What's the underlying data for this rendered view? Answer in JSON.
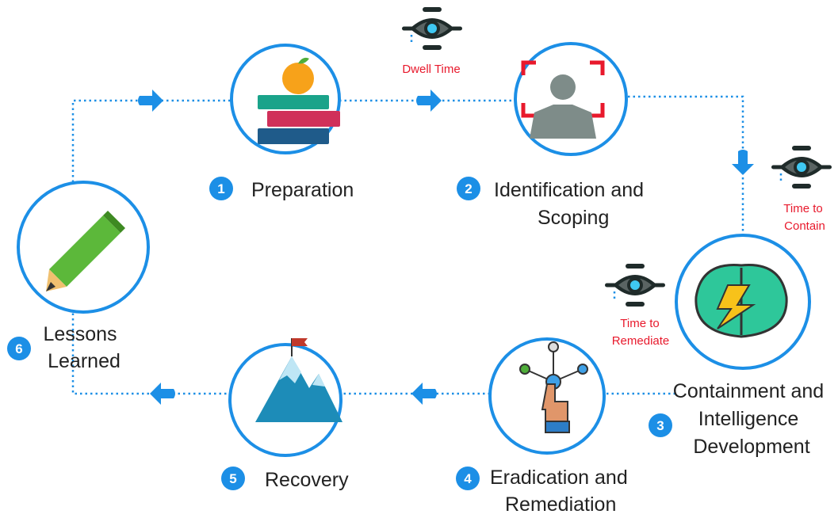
{
  "colors": {
    "accent": "#1c8fe6",
    "timing_label": "#e8192c",
    "eye": "#1f2b2a"
  },
  "stages": [
    {
      "number": "1",
      "label_lines": [
        "Preparation"
      ],
      "icon": "books-apple-icon"
    },
    {
      "number": "2",
      "label_lines": [
        "Identification and",
        "Scoping"
      ],
      "icon": "face-scan-icon"
    },
    {
      "number": "3",
      "label_lines": [
        "Containment and",
        "Intelligence",
        "Development"
      ],
      "icon": "brain-lightning-icon"
    },
    {
      "number": "4",
      "label_lines": [
        "Eradication and",
        "Remediation"
      ],
      "icon": "touch-network-icon"
    },
    {
      "number": "5",
      "label_lines": [
        "Recovery"
      ],
      "icon": "mountain-flag-icon"
    },
    {
      "number": "6",
      "label_lines": [
        "Lessons",
        "Learned"
      ],
      "icon": "pencil-icon"
    }
  ],
  "timings": [
    {
      "label_lines": [
        "Dwell Time"
      ],
      "icon": "eye-icon"
    },
    {
      "label_lines": [
        "Time to",
        "Contain"
      ],
      "icon": "eye-icon"
    },
    {
      "label_lines": [
        "Time to",
        "Remediate"
      ],
      "icon": "eye-icon"
    }
  ]
}
